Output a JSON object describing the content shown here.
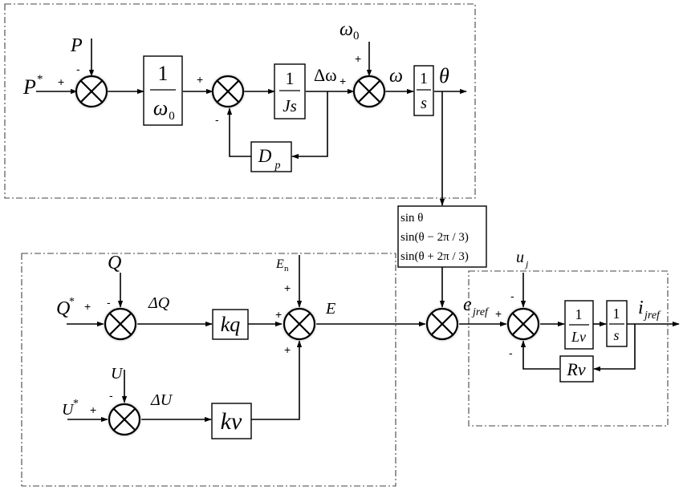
{
  "inputs": {
    "p": "P",
    "p_star": "P",
    "q": "Q",
    "q_star": "Q",
    "u": "U",
    "u_star": "U",
    "omega0": "ω",
    "en": "E",
    "uj": "u"
  },
  "superscripts": {
    "star": "*"
  },
  "subscripts": {
    "zero": "0",
    "p": "p",
    "n": "n",
    "j": "j",
    "jref": "jref"
  },
  "blocks": {
    "inv_omega0_num": "1",
    "inv_omega0_den": "ω",
    "inv_js_num": "1",
    "inv_js_den": "Js",
    "inv_s_num": "1",
    "inv_s_den": "s",
    "dp": "D",
    "kq": "kq",
    "kv": "kv",
    "inv_lv_num": "1",
    "inv_lv_den": "Lv",
    "inv_s2_num": "1",
    "inv_s2_den": "s",
    "rv": "Rv"
  },
  "trig_block": [
    "sin θ",
    "sin(θ − 2π / 3)",
    "sin(θ + 2π / 3)"
  ],
  "signals": {
    "delta_omega": "Δω",
    "omega": "ω",
    "theta": "θ",
    "delta_q": "ΔQ",
    "delta_u": "ΔU",
    "e": "E",
    "e_jref": "e",
    "i_jref": "i"
  },
  "signs": {
    "plus": "+",
    "minus": "-"
  },
  "colors": {
    "line": "#000000",
    "frame": "#444444",
    "junction_shadow": "#9aa0a8"
  }
}
